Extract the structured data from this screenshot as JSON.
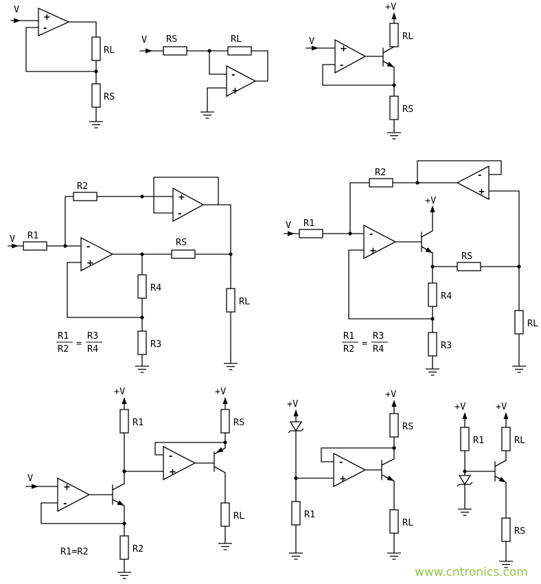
{
  "colors": {
    "line": "#000000",
    "background": "#ffffff",
    "watermark": "#8DC63F"
  },
  "watermark": {
    "text": "www.cntronics.com"
  },
  "signs": {
    "plus": "+",
    "minus": "-"
  },
  "c1": {
    "v": "V",
    "rl": "RL",
    "rs": "RS"
  },
  "c2": {
    "v": "V",
    "rs": "RS",
    "rl": "RL"
  },
  "c3": {
    "pv": "+V",
    "v": "V",
    "rl": "RL",
    "rs": "RS"
  },
  "c4": {
    "v": "V",
    "r1": "R1",
    "r2": "R2",
    "rs": "RS",
    "r4": "R4",
    "r3": "R3",
    "rl": "RL",
    "formula": {
      "num_left": "R1",
      "den_left": "R2",
      "eq": "=",
      "num_right": "R3",
      "den_right": "R4"
    }
  },
  "c5": {
    "v": "V",
    "r1": "R1",
    "r2": "R2",
    "pv": "+V",
    "rs": "RS",
    "r4": "R4",
    "r3": "R3",
    "rl": "RL",
    "formula": {
      "num_left": "R1",
      "den_left": "R2",
      "eq": "=",
      "num_right": "R3",
      "den_right": "R4"
    }
  },
  "c6": {
    "pv_left": "+V",
    "r1": "R1",
    "pv_right": "+V",
    "rs": "RS",
    "v": "V",
    "r2": "R2",
    "rl": "RL",
    "note": "R1=R2"
  },
  "c7": {
    "pv_left": "+V",
    "pv_right": "+V",
    "rs": "RS",
    "r1": "R1",
    "rl": "RL"
  },
  "c8": {
    "pv_left": "+V",
    "pv_right": "+V",
    "r1": "R1",
    "rl": "RL",
    "rs": "RS"
  }
}
